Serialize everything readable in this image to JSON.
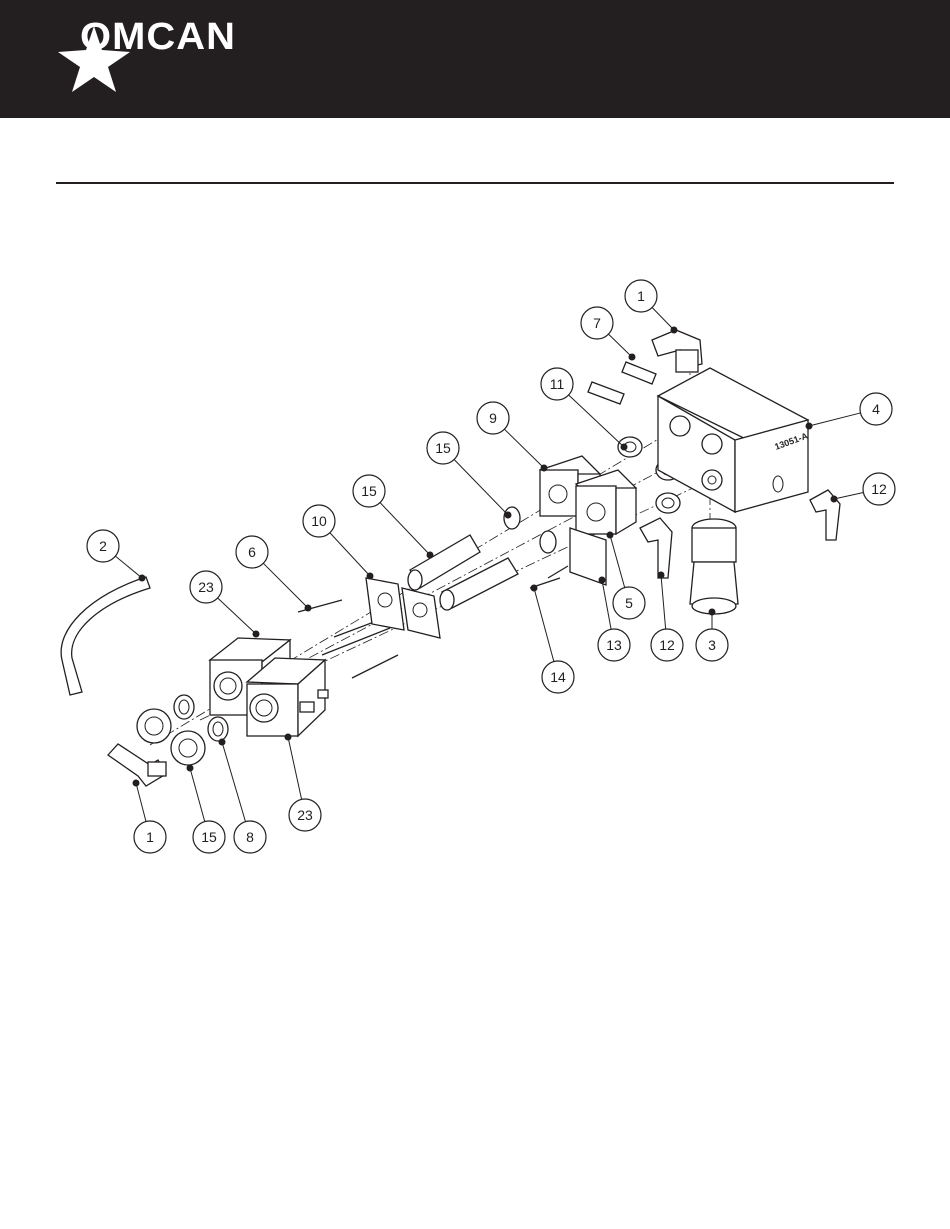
{
  "header": {
    "brand": "OMCAN",
    "background_color": "#231f20",
    "logo_icon": "star-icon"
  },
  "diagram": {
    "callouts": [
      {
        "id": "c1-top",
        "label": "1"
      },
      {
        "id": "c7",
        "label": "7"
      },
      {
        "id": "c11",
        "label": "11"
      },
      {
        "id": "c4",
        "label": "4"
      },
      {
        "id": "c9",
        "label": "9"
      },
      {
        "id": "c15-a",
        "label": "15"
      },
      {
        "id": "c12-right",
        "label": "12"
      },
      {
        "id": "c15-b",
        "label": "15"
      },
      {
        "id": "c10",
        "label": "10"
      },
      {
        "id": "c2",
        "label": "2"
      },
      {
        "id": "c6",
        "label": "6"
      },
      {
        "id": "c23-top",
        "label": "23"
      },
      {
        "id": "c5",
        "label": "5"
      },
      {
        "id": "c13",
        "label": "13"
      },
      {
        "id": "c12-bottom",
        "label": "12"
      },
      {
        "id": "c3",
        "label": "3"
      },
      {
        "id": "c14",
        "label": "14"
      },
      {
        "id": "c23-bottom",
        "label": "23"
      },
      {
        "id": "c1-bottom",
        "label": "1"
      },
      {
        "id": "c15-c",
        "label": "15"
      },
      {
        "id": "c8",
        "label": "8"
      }
    ],
    "block_marking": "13051-A"
  }
}
